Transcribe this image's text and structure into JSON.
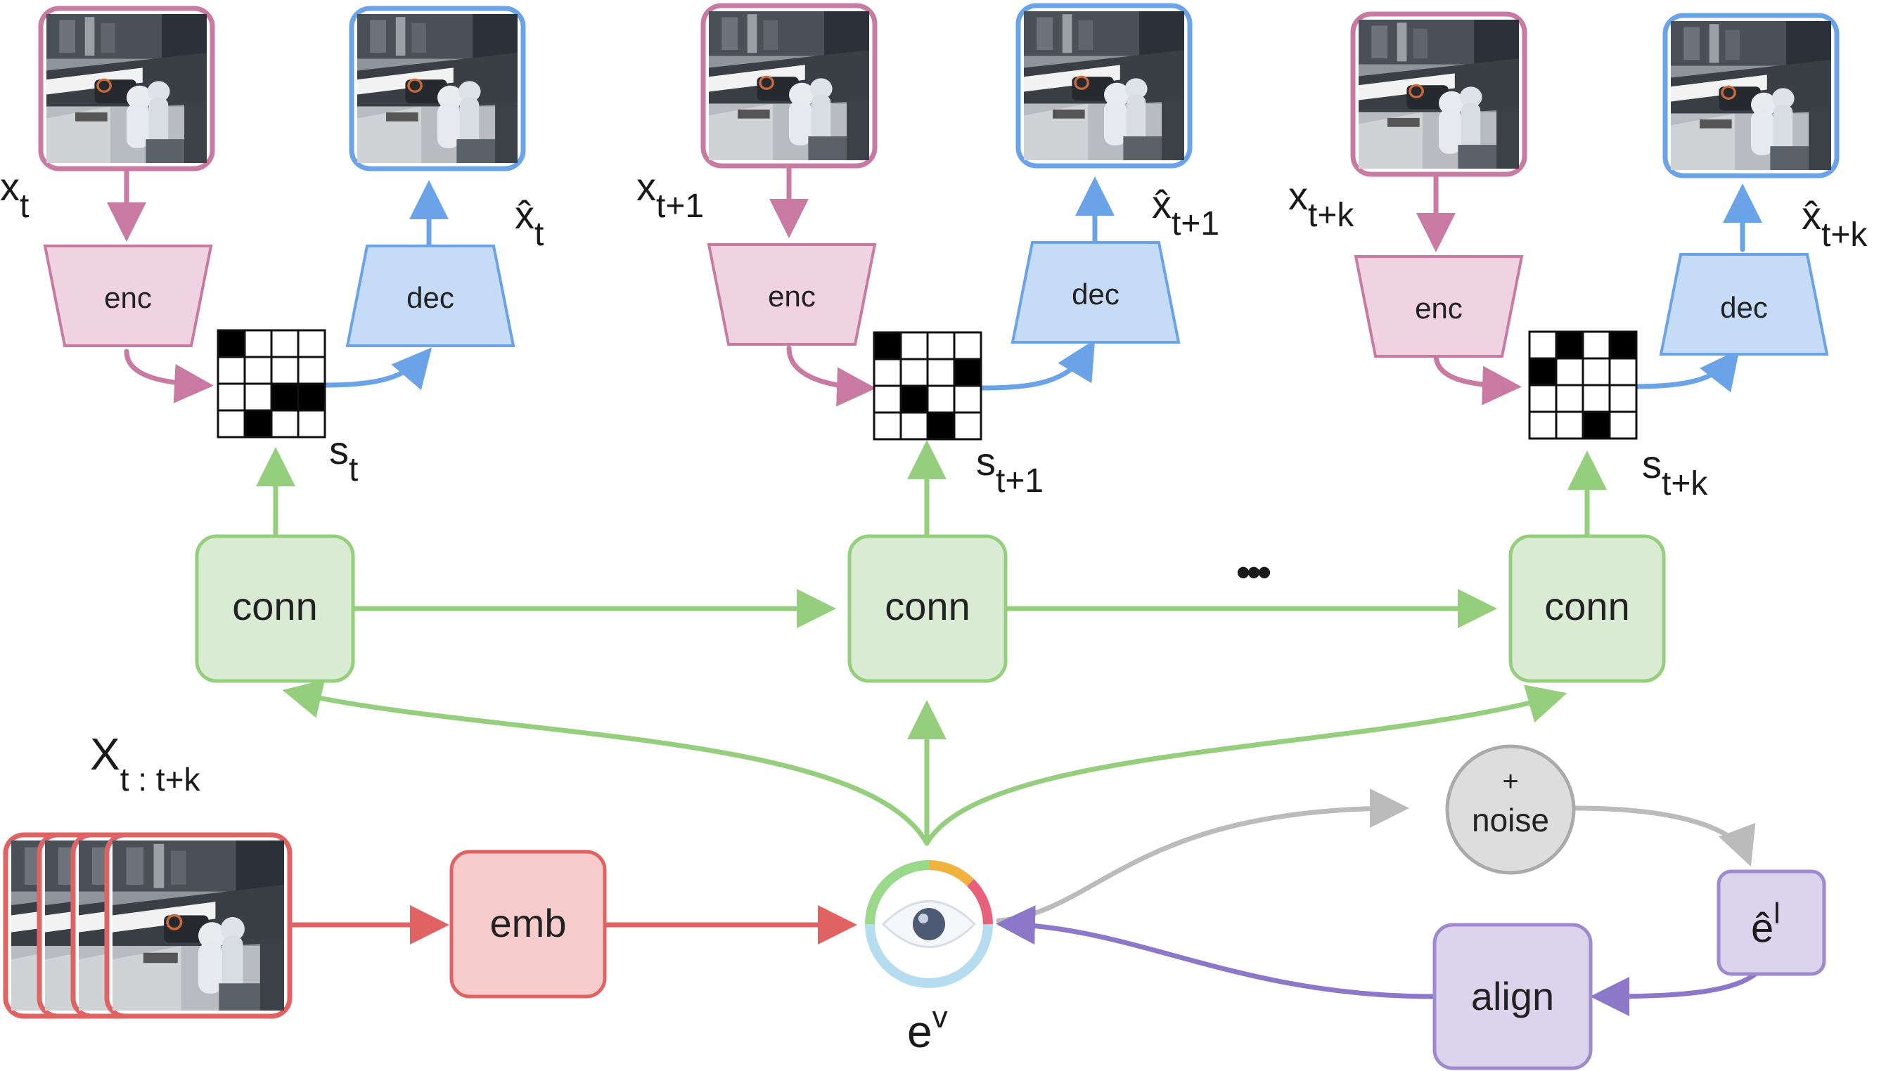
{
  "columns": [
    {
      "input_label": "x",
      "input_sub": "t",
      "enc_label": "enc",
      "dec_label": "dec",
      "output_label": "x̂",
      "output_sub": "t",
      "state_label": "s",
      "state_sub": "t",
      "conn_label": "conn",
      "grid": [
        [
          1,
          0,
          0,
          0
        ],
        [
          0,
          0,
          0,
          0
        ],
        [
          0,
          0,
          1,
          1
        ],
        [
          0,
          1,
          0,
          0
        ]
      ]
    },
    {
      "input_label": "x",
      "input_sub": "t+1",
      "enc_label": "enc",
      "dec_label": "dec",
      "output_label": "x̂",
      "output_sub": "t+1",
      "state_label": "s",
      "state_sub": "t+1",
      "conn_label": "conn",
      "grid": [
        [
          1,
          0,
          0,
          0
        ],
        [
          0,
          0,
          0,
          1
        ],
        [
          0,
          1,
          0,
          0
        ],
        [
          0,
          0,
          1,
          0
        ]
      ]
    },
    {
      "input_label": "x",
      "input_sub": "t+k",
      "enc_label": "enc",
      "dec_label": "dec",
      "output_label": "x̂",
      "output_sub": "t+k",
      "state_label": "s",
      "state_sub": "t+k",
      "conn_label": "conn",
      "grid": [
        [
          0,
          1,
          0,
          1
        ],
        [
          1,
          0,
          0,
          0
        ],
        [
          0,
          0,
          0,
          0
        ],
        [
          0,
          0,
          1,
          0
        ]
      ]
    }
  ],
  "ellipsis": "•••",
  "sequence_label": "X",
  "sequence_sub": "t : t+k",
  "emb_label": "emb",
  "ev_label": "e",
  "ev_sup": "v",
  "noise_plus": "+",
  "noise_label": "noise",
  "el_label": "ê",
  "el_sup": "l",
  "align_label": "align",
  "colors": {
    "enc_fill": "#f0d3e0",
    "enc_stroke": "#c97aa3",
    "dec_fill": "#c6dbf5",
    "dec_stroke": "#6ba3e8",
    "conn_fill": "#d9ecd3",
    "conn_stroke": "#95cf7e",
    "emb_fill": "#f7cccc",
    "emb_stroke": "#e06262",
    "align_fill": "#dcd4ec",
    "align_stroke": "#9f8ad0",
    "noise_fill": "#dddddd",
    "noise_stroke": "#aaaaaa",
    "arrow_enc": "#c97aa3",
    "arrow_dec": "#6ba3e8",
    "arrow_conn": "#95cf7e",
    "arrow_emb": "#e06262",
    "arrow_align": "#8c77c8",
    "arrow_noise": "#bbbbbb"
  }
}
